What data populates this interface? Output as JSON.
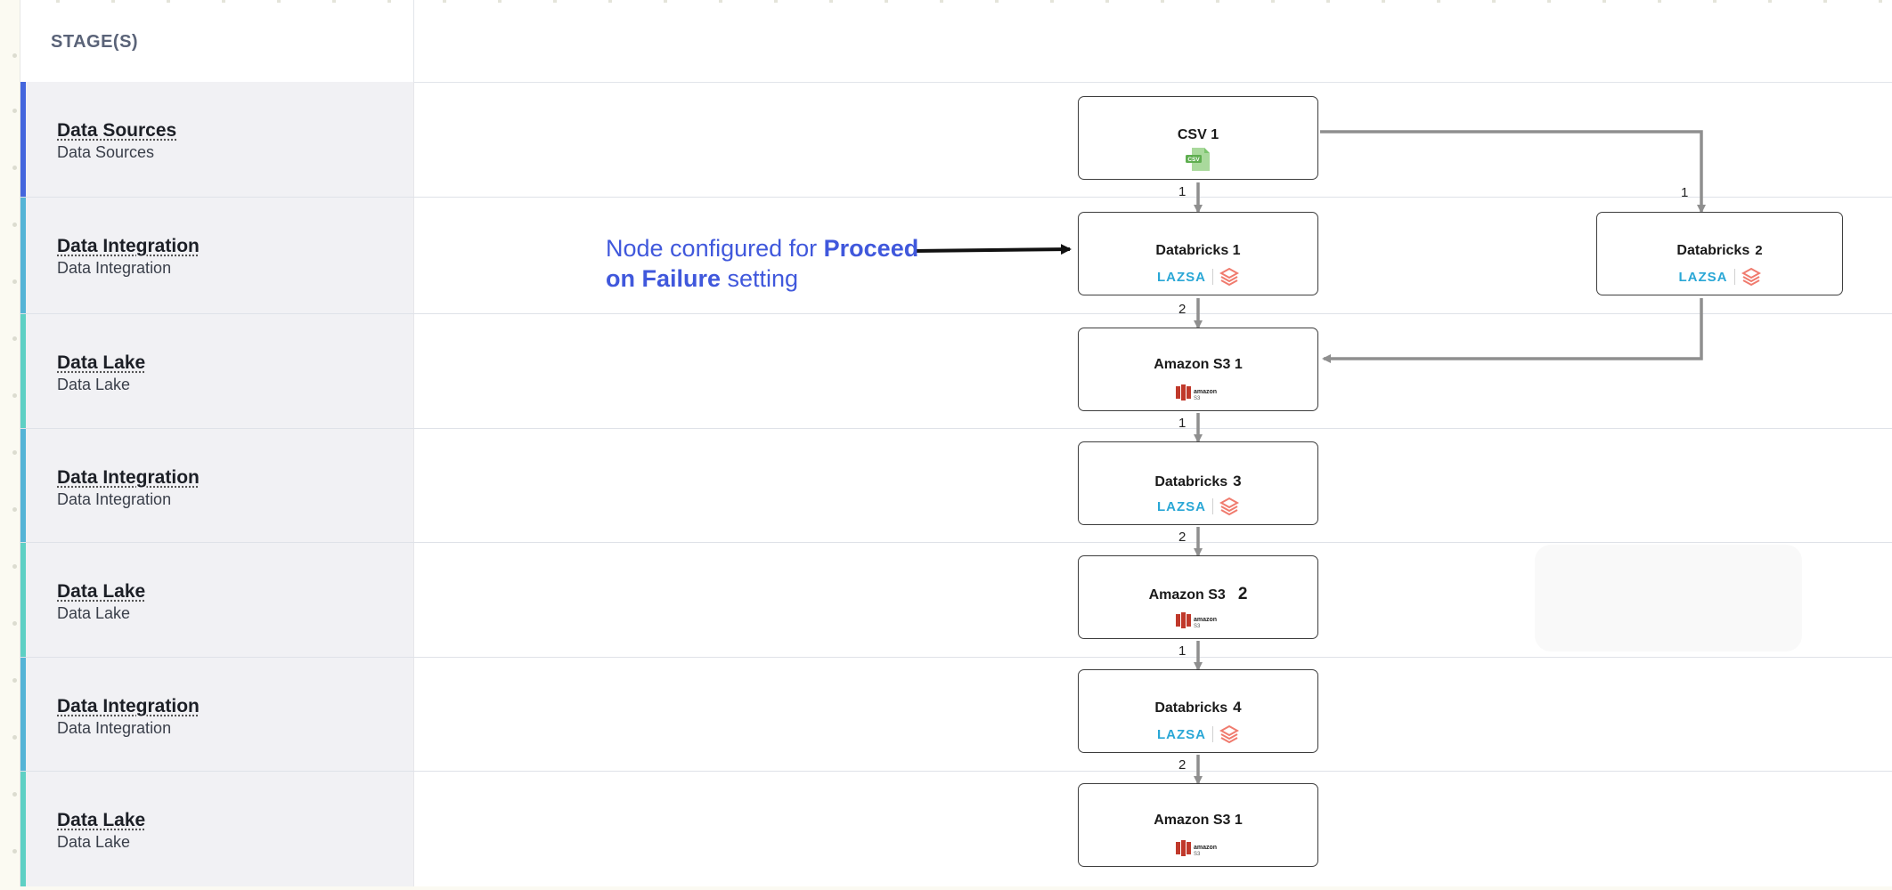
{
  "header": {
    "title": "STAGE(S)"
  },
  "stages": [
    {
      "name": "Data Sources",
      "subtitle": "Data Sources",
      "bar_color": "#4466dd"
    },
    {
      "name": "Data Integration",
      "subtitle": "Data Integration",
      "bar_color": "#55b4d6"
    },
    {
      "name": "Data Lake",
      "subtitle": "Data Lake",
      "bar_color": "#5ed0c4"
    },
    {
      "name": "Data Integration",
      "subtitle": "Data Integration",
      "bar_color": "#55b4d6"
    },
    {
      "name": "Data Lake",
      "subtitle": "Data Lake",
      "bar_color": "#5ed0c4"
    },
    {
      "name": "Data Integration",
      "subtitle": "Data Integration",
      "bar_color": "#55b4d6"
    },
    {
      "name": "Data Lake",
      "subtitle": "Data Lake",
      "bar_color": "#5ed0c4"
    }
  ],
  "nodes": {
    "csv1": {
      "title": "CSV 1",
      "icon": "csv-file-icon"
    },
    "databricks1": {
      "title": "Databricks 1",
      "brand": "LAZSA",
      "icon": "databricks-icon"
    },
    "databricks2": {
      "title": "Databricks",
      "number": "2",
      "brand": "LAZSA",
      "icon": "databricks-icon"
    },
    "s3_1": {
      "title": "Amazon S3 1",
      "icon": "amazon-s3-icon"
    },
    "databricks3": {
      "title": "Databricks",
      "number": "3",
      "brand": "LAZSA",
      "icon": "databricks-icon"
    },
    "s3_2": {
      "title": "Amazon S3",
      "number": "2",
      "icon": "amazon-s3-icon"
    },
    "databricks4": {
      "title": "Databricks",
      "number": "4",
      "brand": "LAZSA",
      "icon": "databricks-icon"
    },
    "s3_3": {
      "title": "Amazon S3 1",
      "icon": "amazon-s3-icon"
    }
  },
  "edge_labels": {
    "csv_to_db1": "1",
    "csv_to_db2": "1",
    "db1_to_s3": "2",
    "s3_to_db3": "1",
    "db3_to_s3": "2",
    "s3_to_db4": "1",
    "db4_to_s3": "2"
  },
  "annotation": {
    "prefix": "Node configured for ",
    "bold1": "Proceed",
    "bold2": "on Failure",
    "suffix": " setting"
  },
  "colors": {
    "edge": "#8f8f8f",
    "annotation": "#4058dc",
    "lazsa": "#2aa7d6",
    "databricks": "#f07b6e",
    "s3": "#c0392b",
    "csv": "#7cc56e"
  }
}
